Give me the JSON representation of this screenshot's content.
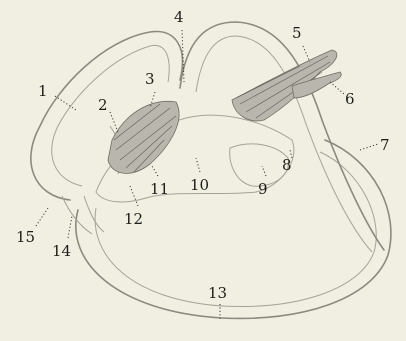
{
  "labels": {
    "l1": "1",
    "l2": "2",
    "l3": "3",
    "l4": "4",
    "l5": "5",
    "l6": "6",
    "l7": "7",
    "l8": "8",
    "l9": "9",
    "l10": "10",
    "l11": "11",
    "l12": "12",
    "l13": "13",
    "l14": "14",
    "l15": "15"
  },
  "colors": {
    "background": "#f1efe2",
    "line": "#8c8a80",
    "text": "#1d1d1a"
  }
}
